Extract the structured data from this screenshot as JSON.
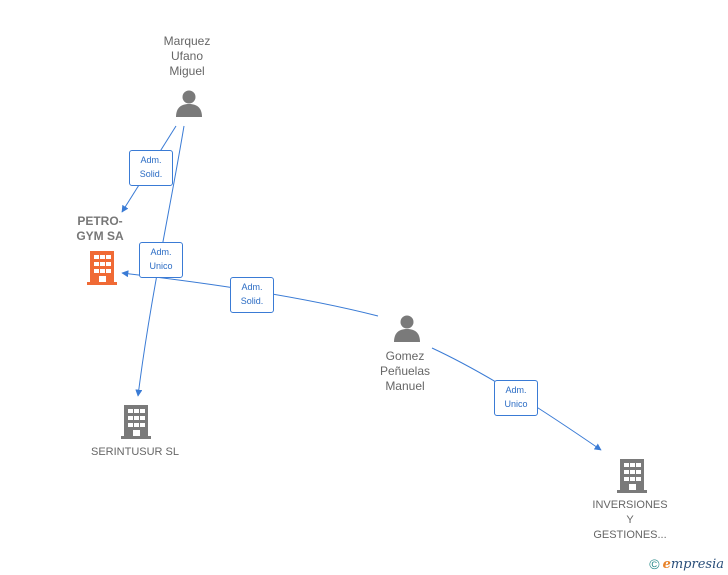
{
  "colors": {
    "edge": "#3a7bd5",
    "person_icon": "#7a7a7a",
    "company_icon": "#7a7a7a",
    "focus_company_icon": "#f06a35"
  },
  "nodes": {
    "marquez": {
      "lines": [
        "Marquez",
        "Ufano",
        "Miguel"
      ],
      "icon": "person-icon"
    },
    "petrogym": {
      "lines": [
        "PETRO-",
        "GYM SA"
      ],
      "icon": "building-icon"
    },
    "serintusur": {
      "lines": [
        "SERINTUSUR SL"
      ],
      "icon": "building-icon"
    },
    "gomez": {
      "lines": [
        "Gomez",
        "Peñuelas",
        "Manuel"
      ],
      "icon": "person-icon"
    },
    "inversiones": {
      "lines": [
        "INVERSIONES",
        "Y",
        "GESTIONES..."
      ],
      "icon": "building-icon"
    }
  },
  "edges": [
    {
      "id": "e1",
      "lines": [
        "Adm.",
        "Solid."
      ]
    },
    {
      "id": "e2",
      "lines": [
        "Adm.",
        "Unico"
      ]
    },
    {
      "id": "e3",
      "lines": [
        "Adm.",
        "Solid."
      ]
    },
    {
      "id": "e4",
      "lines": [
        "Adm.",
        "Unico"
      ]
    }
  ],
  "footer": {
    "copyright_symbol": "©",
    "brand_initial": "e",
    "brand_rest": "mpresia"
  }
}
